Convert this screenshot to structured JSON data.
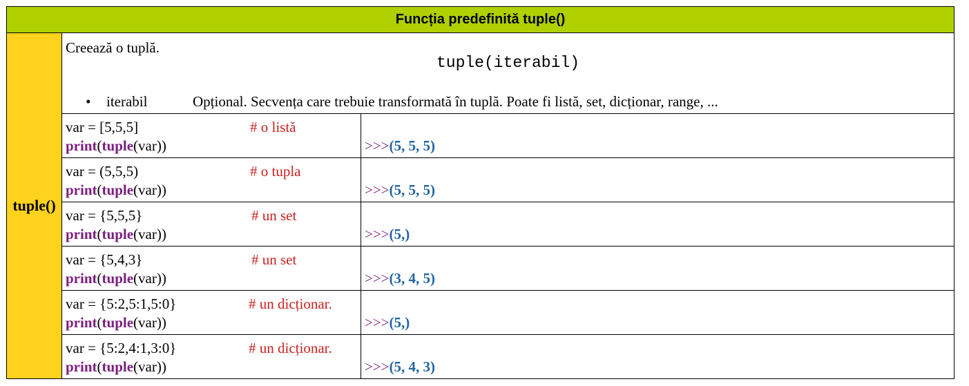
{
  "header": {
    "title": "Funcția predefinită tuple()"
  },
  "side_label": "tuple()",
  "description": {
    "intro": "Creează o tuplă.",
    "signature": "tuple(iterabil)",
    "bullet": "•",
    "param_name": "iterabil",
    "param_desc": "Opțional. Secvența care trebuie transformată în tuplă. Poate fi listă, set, dicționar, range, ..."
  },
  "code_line2": {
    "print_kw": "print",
    "paren_open": "(",
    "tuple_kw": "tuple",
    "args": "(var))"
  },
  "prompt": ">>>",
  "examples": [
    {
      "line1": "var = [5,5,5]",
      "comment": "# o listă",
      "result": "(5, 5, 5)"
    },
    {
      "line1": "var = (5,5,5)",
      "comment": "# o tupla",
      "result": "(5, 5, 5)"
    },
    {
      "line1": "var = {5,5,5}",
      "comment": "# un set",
      "result": "(5,)"
    },
    {
      "line1": "var = {5,4,3}",
      "comment": "# un set",
      "result": "(3, 4, 5)"
    },
    {
      "line1": "var = {5:2,5:1,5:0}",
      "comment": "# un dicționar.",
      "result": "(5,)"
    },
    {
      "line1": "var = {5:2,4:1,3:0}",
      "comment": "# un dicționar.",
      "result": "(5, 4, 3)"
    }
  ]
}
